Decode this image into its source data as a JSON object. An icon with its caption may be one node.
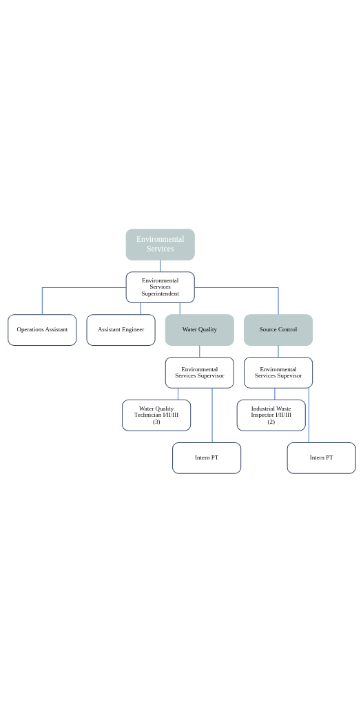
{
  "diagram": {
    "nodes": [
      {
        "text": [
          "Environmental Services"
        ]
      },
      {
        "text": [
          "Environmental Services Superintendent"
        ]
      },
      {
        "text": [
          "Operations Assistant"
        ]
      },
      {
        "text": [
          "Assistant Engineer"
        ]
      },
      {
        "text": [
          "Water Quality"
        ]
      },
      {
        "text": [
          "Source Control"
        ]
      },
      {
        "text": [
          "Environmental Services Supervisor"
        ]
      },
      {
        "text": [
          "Environmental Services Supevisor"
        ]
      },
      {
        "text": [
          "Water Quality Technician I/II/III (3)"
        ]
      },
      {
        "text": [
          "Intern PT"
        ]
      },
      {
        "text": [
          "Industrial Waste Inspector I/II/III (2)"
        ]
      },
      {
        "text": [
          "Intern PT"
        ]
      }
    ],
    "edges": [
      {
        "from": 0,
        "to": 1,
        "arrow": "none"
      },
      {
        "from": 1,
        "to": 2,
        "arrow": "none"
      },
      {
        "from": 1,
        "to": 3,
        "arrow": "none"
      },
      {
        "from": 1,
        "to": 4,
        "arrow": "none"
      },
      {
        "from": 1,
        "to": 5,
        "arrow": "none"
      },
      {
        "from": 4,
        "to": 6,
        "arrow": "none"
      },
      {
        "from": 5,
        "to": 7,
        "arrow": "none"
      },
      {
        "from": 6,
        "to": 8,
        "arrow": "none"
      },
      {
        "from": 6,
        "to": 9,
        "arrow": "none"
      },
      {
        "from": 7,
        "to": 10,
        "arrow": "none"
      },
      {
        "from": 7,
        "to": 11,
        "arrow": "none"
      }
    ]
  }
}
